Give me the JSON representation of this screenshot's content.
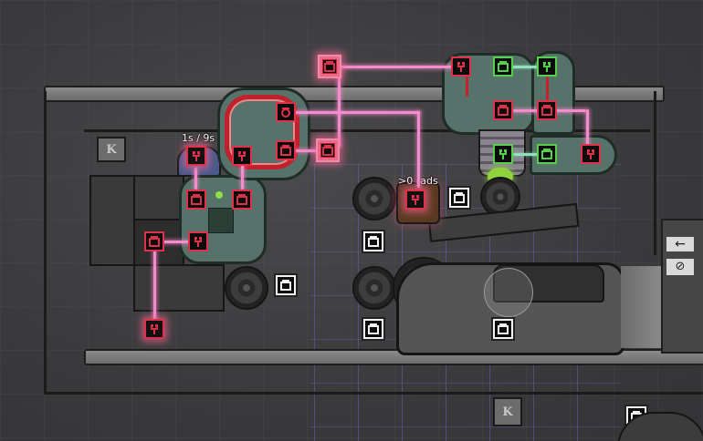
{
  "scene": {
    "type": "automation-overlay",
    "colors": {
      "background": "#3a3a3c",
      "wire_active": "#f08ccf",
      "port_red": "#e0314a",
      "port_green": "#52d24a",
      "port_white": "#f2f2f2",
      "machine_green": "#56726a",
      "radiation_grid": "#7a6edc"
    }
  },
  "labels": {
    "timer": "1s / 9s",
    "radiation": ">0 rads"
  },
  "buildings": {
    "timer_sensor": {
      "name": "timer-sensor",
      "label_ref": "labels.timer"
    },
    "radiation_sensor": {
      "name": "radiation-sensor",
      "label_ref": "labels.radiation"
    },
    "left_gate_machine": {
      "name": "logic-gate-cluster-left"
    },
    "top_gate_machine": {
      "name": "logic-gate-cluster-top-right"
    },
    "ring_machine": {
      "name": "buffer-gate-ring"
    },
    "rocket_control": {
      "name": "rocket-control-station"
    },
    "bunker_door": {
      "name": "bunker-door"
    },
    "signal_counter": {
      "name": "signal-counter-top"
    }
  },
  "icons": {
    "output_port": "fork-plug-icon",
    "input_port": "socket-icon",
    "reset_port": "reset-socket-icon",
    "arrow_sign": "left-arrow-sign-icon",
    "no_entry_sign": "no-entry-sign-icon",
    "k_tank": "k-letter-tank-icon"
  },
  "tank_letter": "K"
}
